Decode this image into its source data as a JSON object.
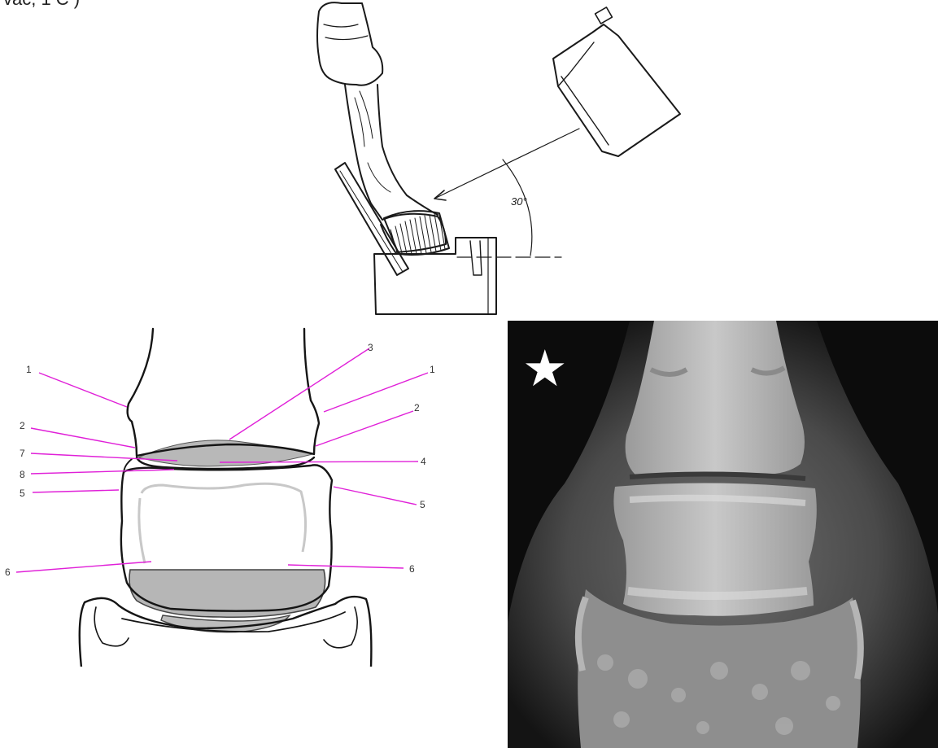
{
  "header": {
    "partial_text": "vac, 1 C )"
  },
  "positioning_diagram": {
    "angle_label": "30°"
  },
  "anatomy_diagram": {
    "callouts": {
      "left": [
        "1",
        "2",
        "7",
        "8",
        "5",
        "6"
      ],
      "right": [
        "3",
        "1",
        "2",
        "4",
        "5",
        "6"
      ]
    },
    "callout_color": "#e020d8"
  },
  "radiograph": {
    "marker": "★",
    "marker_color": "#ffffff",
    "background": "#0c0c0c"
  }
}
